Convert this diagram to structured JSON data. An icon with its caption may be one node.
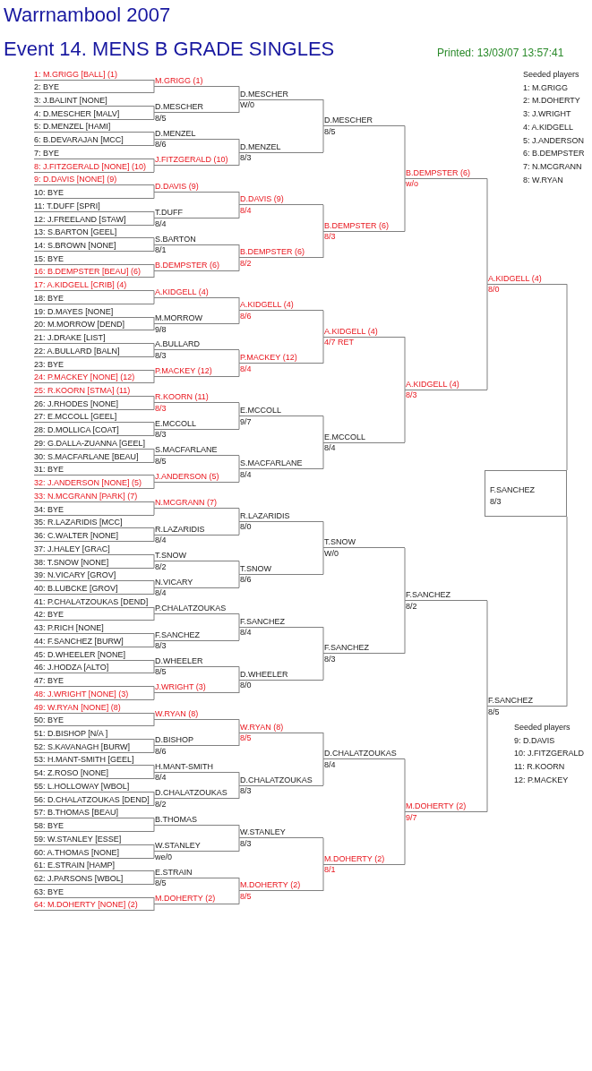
{
  "diagram": {
    "title": "Warrnambool 2007",
    "nodes": [
      {
        "text": [
          "1: M.GRIGG [BALL] (1)"
        ]
      },
      {
        "text": [
          "2: BYE"
        ]
      },
      {
        "text": [
          "3: J.BALINT [NONE]"
        ]
      },
      {
        "text": [
          "4: D.MESCHER [MALV]"
        ]
      },
      {
        "text": [
          "5: D.MENZEL [HAMI]"
        ]
      },
      {
        "text": [
          "6: B.DEVARAJAN [MCC]"
        ]
      },
      {
        "text": [
          "7: BYE"
        ]
      },
      {
        "text": [
          "8: J.FITZGERALD [NONE] (10)"
        ]
      },
      {
        "text": [
          "9: D.DAVIS [NONE] (9)"
        ]
      },
      {
        "text": [
          "10: BYE"
        ]
      },
      {
        "text": [
          "11: T.DUFF [SPRI]"
        ]
      },
      {
        "text": [
          "12: J.FREELAND [STAW]"
        ]
      },
      {
        "text": [
          "13: S.BARTON [GEEL]"
        ]
      },
      {
        "text": [
          "14: S.BROWN [NONE]"
        ]
      },
      {
        "text": [
          "15: BYE"
        ]
      },
      {
        "text": [
          "16: B.DEMPSTER [BEAU] (6)"
        ]
      },
      {
        "text": [
          "17: A.KIDGELL [CRIB] (4)"
        ]
      },
      {
        "text": [
          "18: BYE"
        ]
      },
      {
        "text": [
          "19: D.MAYES [NONE]"
        ]
      },
      {
        "text": [
          "20: M.MORROW [DEND]"
        ]
      },
      {
        "text": [
          "21: J.DRAKE [LIST]"
        ]
      },
      {
        "text": [
          "22: A.BULLARD [BALN]"
        ]
      },
      {
        "text": [
          "23: BYE"
        ]
      },
      {
        "text": [
          "24: P.MACKEY [NONE] (12)"
        ]
      },
      {
        "text": [
          "25: R.KOORN [STMA] (11)"
        ]
      },
      {
        "text": [
          "26: J.RHODES [NONE]"
        ]
      },
      {
        "text": [
          "27: E.MCCOLL [GEEL]"
        ]
      },
      {
        "text": [
          "28: D.MOLLICA [COAT]"
        ]
      },
      {
        "text": [
          "29: G.DALLA-ZUANNA [GEEL]"
        ]
      },
      {
        "text": [
          "30: S.MACFARLANE [BEAU]"
        ]
      },
      {
        "text": [
          "31: BYE"
        ]
      },
      {
        "text": [
          "32: J.ANDERSON [NONE] (5)"
        ]
      },
      {
        "text": [
          "33: N.MCGRANN [PARK] (7)"
        ]
      },
      {
        "text": [
          "34: BYE"
        ]
      },
      {
        "text": [
          "35: R.LAZARIDIS [MCC]"
        ]
      },
      {
        "text": [
          "36: C.WALTER [NONE]"
        ]
      },
      {
        "text": [
          "37: J.HALEY [GRAC]"
        ]
      },
      {
        "text": [
          "38: T.SNOW [NONE]"
        ]
      },
      {
        "text": [
          "39: N.VICARY [GROV]"
        ]
      },
      {
        "text": [
          "40: B.LUBCKE [GROV]"
        ]
      },
      {
        "text": [
          "41: P.CHALATZOUKAS [DEND]"
        ]
      },
      {
        "text": [
          "42: BYE"
        ]
      },
      {
        "text": [
          "43: P.RICH [NONE]"
        ]
      },
      {
        "text": [
          "44: F.SANCHEZ [BURW]"
        ]
      },
      {
        "text": [
          "45: D.WHEELER [NONE]"
        ]
      },
      {
        "text": [
          "46: J.HODZA [ALTO]"
        ]
      },
      {
        "text": [
          "47: BYE"
        ]
      },
      {
        "text": [
          "48: J.WRIGHT [NONE] (3)"
        ]
      },
      {
        "text": [
          "49: W.RYAN [NONE] (8)"
        ]
      },
      {
        "text": [
          "50: BYE"
        ]
      },
      {
        "text": [
          "51: D.BISHOP [N/A ]"
        ]
      },
      {
        "text": [
          "52: S.KAVANAGH [BURW]"
        ]
      },
      {
        "text": [
          "53: H.MANT-SMITH [GEEL]"
        ]
      },
      {
        "text": [
          "54: Z.ROSO [NONE]"
        ]
      },
      {
        "text": [
          "55: L.HOLLOWAY [WBOL]"
        ]
      },
      {
        "text": [
          "56: D.CHALATZOUKAS [DEND]"
        ]
      },
      {
        "text": [
          "57: B.THOMAS [BEAU]"
        ]
      },
      {
        "text": [
          "58: BYE"
        ]
      },
      {
        "text": [
          "59: W.STANLEY [ESSE]"
        ]
      },
      {
        "text": [
          "60: A.THOMAS [NONE]"
        ]
      },
      {
        "text": [
          "61: E.STRAIN [HAMP]"
        ]
      },
      {
        "text": [
          "62: J.PARSONS [WBOL]"
        ]
      },
      {
        "text": [
          "63: BYE"
        ]
      },
      {
        "text": [
          "64: M.DOHERTY [NONE] (2)"
        ]
      },
      {
        "text": [
          "M.GRIGG (1)"
        ]
      },
      {
        "text": [
          "D.MESCHER"
        ],
        "beside": [
          "8/5"
        ]
      },
      {
        "text": [
          "D.MENZEL"
        ],
        "beside": [
          "8/6"
        ]
      },
      {
        "text": [
          "J.FITZGERALD (10)"
        ]
      },
      {
        "text": [
          "D.DAVIS (9)"
        ]
      },
      {
        "text": [
          "T.DUFF"
        ],
        "beside": [
          "8/4"
        ]
      },
      {
        "text": [
          "S.BARTON"
        ],
        "beside": [
          "8/1"
        ]
      },
      {
        "text": [
          "B.DEMPSTER (6)"
        ]
      },
      {
        "text": [
          "A.KIDGELL (4)"
        ]
      },
      {
        "text": [
          "M.MORROW"
        ],
        "beside": [
          "9/8"
        ]
      },
      {
        "text": [
          "A.BULLARD"
        ],
        "beside": [
          "8/3"
        ]
      },
      {
        "text": [
          "P.MACKEY (12)"
        ]
      },
      {
        "text": [
          "R.KOORN (11)"
        ],
        "beside": [
          "8/3"
        ]
      },
      {
        "text": [
          "E.MCCOLL"
        ],
        "beside": [
          "8/3"
        ]
      },
      {
        "text": [
          "S.MACFARLANE"
        ],
        "beside": [
          "8/5"
        ]
      },
      {
        "text": [
          "J.ANDERSON (5)"
        ]
      },
      {
        "text": [
          "N.MCGRANN (7)"
        ]
      },
      {
        "text": [
          "R.LAZARIDIS"
        ],
        "beside": [
          "8/4"
        ]
      },
      {
        "text": [
          "T.SNOW"
        ],
        "beside": [
          "8/2"
        ]
      },
      {
        "text": [
          "N.VICARY"
        ],
        "beside": [
          "8/4"
        ]
      },
      {
        "text": [
          "P.CHALATZOUKAS"
        ]
      },
      {
        "text": [
          "F.SANCHEZ"
        ],
        "beside": [
          "8/3"
        ]
      },
      {
        "text": [
          "D.WHEELER"
        ],
        "beside": [
          "8/5"
        ]
      },
      {
        "text": [
          "J.WRIGHT (3)"
        ]
      },
      {
        "text": [
          "W.RYAN (8)"
        ]
      },
      {
        "text": [
          "D.BISHOP"
        ],
        "beside": [
          "8/6"
        ]
      },
      {
        "text": [
          "H.MANT-SMITH"
        ],
        "beside": [
          "8/4"
        ]
      },
      {
        "text": [
          "D.CHALATZOUKAS"
        ],
        "beside": [
          "8/2"
        ]
      },
      {
        "text": [
          "B.THOMAS"
        ]
      },
      {
        "text": [
          "W.STANLEY"
        ],
        "beside": [
          "we/0"
        ]
      },
      {
        "text": [
          "E.STRAIN"
        ],
        "beside": [
          "8/5"
        ]
      },
      {
        "text": [
          "M.DOHERTY (2)"
        ]
      },
      {
        "text": [
          "D.MESCHER"
        ],
        "beside": [
          "W/0"
        ]
      },
      {
        "text": [
          "D.MENZEL"
        ],
        "beside": [
          "8/3"
        ]
      },
      {
        "text": [
          "D.DAVIS (9)"
        ],
        "beside": [
          "8/4"
        ]
      },
      {
        "text": [
          "B.DEMPSTER (6)"
        ],
        "beside": [
          "8/2"
        ]
      },
      {
        "text": [
          "A.KIDGELL (4)"
        ],
        "beside": [
          "8/6"
        ]
      },
      {
        "text": [
          "P.MACKEY (12)"
        ],
        "beside": [
          "8/4"
        ]
      },
      {
        "text": [
          "E.MCCOLL"
        ],
        "beside": [
          "9/7"
        ]
      },
      {
        "text": [
          "S.MACFARLANE"
        ],
        "beside": [
          "8/4"
        ]
      },
      {
        "text": [
          "R.LAZARIDIS"
        ],
        "beside": [
          "8/0"
        ]
      },
      {
        "text": [
          "T.SNOW"
        ],
        "beside": [
          "8/6"
        ]
      },
      {
        "text": [
          "F.SANCHEZ"
        ],
        "beside": [
          "8/4"
        ]
      },
      {
        "text": [
          "D.WHEELER"
        ],
        "beside": [
          "8/0"
        ]
      },
      {
        "text": [
          "W.RYAN (8)"
        ],
        "beside": [
          "8/5"
        ]
      },
      {
        "text": [
          "D.CHALATZOUKAS"
        ],
        "beside": [
          "8/3"
        ]
      },
      {
        "text": [
          "W.STANLEY"
        ],
        "beside": [
          "8/3"
        ]
      },
      {
        "text": [
          "M.DOHERTY (2)"
        ],
        "beside": [
          "8/5"
        ]
      },
      {
        "text": [
          "D.MESCHER"
        ],
        "beside": [
          "8/5"
        ]
      },
      {
        "text": [
          "B.DEMPSTER (6)"
        ],
        "beside": [
          "8/3"
        ]
      },
      {
        "text": [
          "A.KIDGELL (4)"
        ],
        "beside": [
          "4/7 RET"
        ]
      },
      {
        "text": [
          "E.MCCOLL"
        ],
        "beside": [
          "8/4"
        ]
      },
      {
        "text": [
          "T.SNOW"
        ],
        "beside": [
          "W/0"
        ]
      },
      {
        "text": [
          "F.SANCHEZ"
        ],
        "beside": [
          "8/3"
        ]
      },
      {
        "text": [
          "D.CHALATZOUKAS"
        ],
        "beside": [
          "8/4"
        ]
      },
      {
        "text": [
          "M.DOHERTY (2)"
        ],
        "beside": [
          "8/1"
        ]
      },
      {
        "text": [
          "B.DEMPSTER (6)"
        ],
        "beside": [
          "w/o"
        ]
      },
      {
        "text": [
          "A.KIDGELL (4)"
        ],
        "beside": [
          "8/3"
        ]
      },
      {
        "text": [
          "F.SANCHEZ"
        ],
        "beside": [
          "8/2"
        ]
      },
      {
        "text": [
          "M.DOHERTY (2)"
        ],
        "beside": [
          "9/7"
        ]
      },
      {
        "text": [
          "A.KIDGELL (4)"
        ],
        "beside": [
          "8/0"
        ]
      },
      {
        "text": [
          "F.SANCHEZ"
        ],
        "beside": [
          "8/5"
        ]
      },
      {
        "text": [
          "F.SANCHEZ",
          "8/3"
        ]
      }
    ],
    "edges": [
      {
        "from": 0,
        "to": 64,
        "arrow": "none"
      },
      {
        "from": 1,
        "to": 64,
        "arrow": "none"
      },
      {
        "from": 2,
        "to": 65,
        "arrow": "none"
      },
      {
        "from": 3,
        "to": 65,
        "arrow": "none"
      },
      {
        "from": 4,
        "to": 66,
        "arrow": "none"
      },
      {
        "from": 5,
        "to": 66,
        "arrow": "none"
      },
      {
        "from": 6,
        "to": 67,
        "arrow": "none"
      },
      {
        "from": 7,
        "to": 67,
        "arrow": "none"
      },
      {
        "from": 8,
        "to": 68,
        "arrow": "none"
      },
      {
        "from": 9,
        "to": 68,
        "arrow": "none"
      },
      {
        "from": 10,
        "to": 69,
        "arrow": "none"
      },
      {
        "from": 11,
        "to": 69,
        "arrow": "none"
      },
      {
        "from": 12,
        "to": 70,
        "arrow": "none"
      },
      {
        "from": 13,
        "to": 70,
        "arrow": "none"
      },
      {
        "from": 14,
        "to": 71,
        "arrow": "none"
      },
      {
        "from": 15,
        "to": 71,
        "arrow": "none"
      },
      {
        "from": 16,
        "to": 72,
        "arrow": "none"
      },
      {
        "from": 17,
        "to": 72,
        "arrow": "none"
      },
      {
        "from": 18,
        "to": 73,
        "arrow": "none"
      },
      {
        "from": 19,
        "to": 73,
        "arrow": "none"
      },
      {
        "from": 20,
        "to": 74,
        "arrow": "none"
      },
      {
        "from": 21,
        "to": 74,
        "arrow": "none"
      },
      {
        "from": 22,
        "to": 75,
        "arrow": "none"
      },
      {
        "from": 23,
        "to": 75,
        "arrow": "none"
      },
      {
        "from": 24,
        "to": 76,
        "arrow": "none"
      },
      {
        "from": 25,
        "to": 76,
        "arrow": "none"
      },
      {
        "from": 26,
        "to": 77,
        "arrow": "none"
      },
      {
        "from": 27,
        "to": 77,
        "arrow": "none"
      },
      {
        "from": 28,
        "to": 78,
        "arrow": "none"
      },
      {
        "from": 29,
        "to": 78,
        "arrow": "none"
      },
      {
        "from": 30,
        "to": 79,
        "arrow": "none"
      },
      {
        "from": 31,
        "to": 79,
        "arrow": "none"
      },
      {
        "from": 32,
        "to": 80,
        "arrow": "none"
      },
      {
        "from": 33,
        "to": 80,
        "arrow": "none"
      },
      {
        "from": 34,
        "to": 81,
        "arrow": "none"
      },
      {
        "from": 35,
        "to": 81,
        "arrow": "none"
      },
      {
        "from": 36,
        "to": 82,
        "arrow": "none"
      },
      {
        "from": 37,
        "to": 82,
        "arrow": "none"
      },
      {
        "from": 38,
        "to": 83,
        "arrow": "none"
      },
      {
        "from": 39,
        "to": 83,
        "arrow": "none"
      },
      {
        "from": 40,
        "to": 84,
        "arrow": "none"
      },
      {
        "from": 41,
        "to": 84,
        "arrow": "none"
      },
      {
        "from": 42,
        "to": 85,
        "arrow": "none"
      },
      {
        "from": 43,
        "to": 85,
        "arrow": "none"
      },
      {
        "from": 44,
        "to": 86,
        "arrow": "none"
      },
      {
        "from": 45,
        "to": 86,
        "arrow": "none"
      },
      {
        "from": 46,
        "to": 87,
        "arrow": "none"
      },
      {
        "from": 47,
        "to": 87,
        "arrow": "none"
      },
      {
        "from": 48,
        "to": 88,
        "arrow": "none"
      },
      {
        "from": 49,
        "to": 88,
        "arrow": "none"
      },
      {
        "from": 50,
        "to": 89,
        "arrow": "none"
      },
      {
        "from": 51,
        "to": 89,
        "arrow": "none"
      },
      {
        "from": 52,
        "to": 90,
        "arrow": "none"
      },
      {
        "from": 53,
        "to": 90,
        "arrow": "none"
      },
      {
        "from": 54,
        "to": 91,
        "arrow": "none"
      },
      {
        "from": 55,
        "to": 91,
        "arrow": "none"
      },
      {
        "from": 56,
        "to": 92,
        "arrow": "none"
      },
      {
        "from": 57,
        "to": 92,
        "arrow": "none"
      },
      {
        "from": 58,
        "to": 93,
        "arrow": "none"
      },
      {
        "from": 59,
        "to": 93,
        "arrow": "none"
      },
      {
        "from": 60,
        "to": 94,
        "arrow": "none"
      },
      {
        "from": 61,
        "to": 94,
        "arrow": "none"
      },
      {
        "from": 62,
        "to": 95,
        "arrow": "none"
      },
      {
        "from": 63,
        "to": 95,
        "arrow": "none"
      },
      {
        "from": 64,
        "to": 96,
        "arrow": "none"
      },
      {
        "from": 65,
        "to": 96,
        "arrow": "none"
      },
      {
        "from": 66,
        "to": 97,
        "arrow": "none"
      },
      {
        "from": 67,
        "to": 97,
        "arrow": "none"
      },
      {
        "from": 68,
        "to": 98,
        "arrow": "none"
      },
      {
        "from": 69,
        "to": 98,
        "arrow": "none"
      },
      {
        "from": 70,
        "to": 99,
        "arrow": "none"
      },
      {
        "from": 71,
        "to": 99,
        "arrow": "none"
      },
      {
        "from": 72,
        "to": 100,
        "arrow": "none"
      },
      {
        "from": 73,
        "to": 100,
        "arrow": "none"
      },
      {
        "from": 74,
        "to": 101,
        "arrow": "none"
      },
      {
        "from": 75,
        "to": 101,
        "arrow": "none"
      },
      {
        "from": 76,
        "to": 102,
        "arrow": "none"
      },
      {
        "from": 77,
        "to": 102,
        "arrow": "none"
      },
      {
        "from": 78,
        "to": 103,
        "arrow": "none"
      },
      {
        "from": 79,
        "to": 103,
        "arrow": "none"
      },
      {
        "from": 80,
        "to": 104,
        "arrow": "none"
      },
      {
        "from": 81,
        "to": 104,
        "arrow": "none"
      },
      {
        "from": 82,
        "to": 105,
        "arrow": "none"
      },
      {
        "from": 83,
        "to": 105,
        "arrow": "none"
      },
      {
        "from": 84,
        "to": 106,
        "arrow": "none"
      },
      {
        "from": 85,
        "to": 106,
        "arrow": "none"
      },
      {
        "from": 86,
        "to": 107,
        "arrow": "none"
      },
      {
        "from": 87,
        "to": 107,
        "arrow": "none"
      },
      {
        "from": 88,
        "to": 108,
        "arrow": "none"
      },
      {
        "from": 89,
        "to": 108,
        "arrow": "none"
      },
      {
        "from": 90,
        "to": 109,
        "arrow": "none"
      },
      {
        "from": 91,
        "to": 109,
        "arrow": "none"
      },
      {
        "from": 92,
        "to": 110,
        "arrow": "none"
      },
      {
        "from": 93,
        "to": 110,
        "arrow": "none"
      },
      {
        "from": 94,
        "to": 111,
        "arrow": "none"
      },
      {
        "from": 95,
        "to": 111,
        "arrow": "none"
      },
      {
        "from": 96,
        "to": 112,
        "arrow": "none"
      },
      {
        "from": 97,
        "to": 112,
        "arrow": "none"
      },
      {
        "from": 98,
        "to": 113,
        "arrow": "none"
      },
      {
        "from": 99,
        "to": 113,
        "arrow": "none"
      },
      {
        "from": 100,
        "to": 114,
        "arrow": "none"
      },
      {
        "from": 101,
        "to": 114,
        "arrow": "none"
      },
      {
        "from": 102,
        "to": 115,
        "arrow": "none"
      },
      {
        "from": 103,
        "to": 115,
        "arrow": "none"
      },
      {
        "from": 104,
        "to": 116,
        "arrow": "none"
      },
      {
        "from": 105,
        "to": 116,
        "arrow": "none"
      },
      {
        "from": 106,
        "to": 117,
        "arrow": "none"
      },
      {
        "from": 107,
        "to": 117,
        "arrow": "none"
      },
      {
        "from": 108,
        "to": 118,
        "arrow": "none"
      },
      {
        "from": 109,
        "to": 118,
        "arrow": "none"
      },
      {
        "from": 110,
        "to": 119,
        "arrow": "none"
      },
      {
        "from": 111,
        "to": 119,
        "arrow": "none"
      },
      {
        "from": 112,
        "to": 120,
        "arrow": "none"
      },
      {
        "from": 113,
        "to": 120,
        "arrow": "none"
      },
      {
        "from": 114,
        "to": 121,
        "arrow": "none"
      },
      {
        "from": 115,
        "to": 121,
        "arrow": "none"
      },
      {
        "from": 116,
        "to": 122,
        "arrow": "none"
      },
      {
        "from": 117,
        "to": 122,
        "arrow": "none"
      },
      {
        "from": 118,
        "to": 123,
        "arrow": "none"
      },
      {
        "from": 119,
        "to": 123,
        "arrow": "none"
      },
      {
        "from": 120,
        "to": 124,
        "arrow": "none"
      },
      {
        "from": 121,
        "to": 124,
        "arrow": "none"
      },
      {
        "from": 122,
        "to": 125,
        "arrow": "none"
      },
      {
        "from": 123,
        "to": 125,
        "arrow": "none"
      },
      {
        "from": 124,
        "to": 126,
        "arrow": "none"
      },
      {
        "from": 125,
        "to": 126,
        "arrow": "none"
      }
    ],
    "labels": [
      "Event 14. MENS B GRADE SINGLES",
      "Printed: 13/03/07 13:57:41",
      "Seeded players",
      "1: M.GRIGG",
      "2: M.DOHERTY",
      "3: J.WRIGHT",
      "4: A.KIDGELL",
      "5: J.ANDERSON",
      "6: B.DEMPSTER",
      "7: N.MCGRANN",
      "8: W.RYAN",
      "Seeded players",
      "9: D.DAVIS",
      "10: J.FITZGERALD",
      "11: R.KOORN",
      "12: P.MACKEY"
    ]
  }
}
